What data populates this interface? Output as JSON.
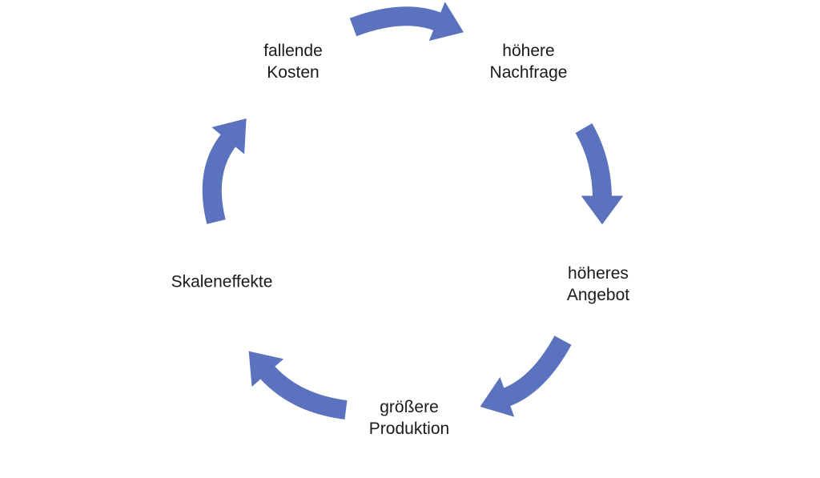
{
  "diagram": {
    "type": "cycle",
    "direction": "clockwise",
    "accent_color": "#5B73BE",
    "text_color": "#1a1a1a",
    "background_color": "#ffffff",
    "nodes": [
      {
        "id": "fallende-kosten",
        "label": "fallende\nKosten"
      },
      {
        "id": "hoehere-nachfrage",
        "label": "höhere\nNachfrage"
      },
      {
        "id": "hoeheres-angebot",
        "label": "höheres\nAngebot"
      },
      {
        "id": "groessere-produktion",
        "label": "größere\nProduktion"
      },
      {
        "id": "skaleneffekte",
        "label": "Skaleneffekte"
      }
    ],
    "edges": [
      {
        "from": "fallende-kosten",
        "to": "hoehere-nachfrage"
      },
      {
        "from": "hoehere-nachfrage",
        "to": "hoeheres-angebot"
      },
      {
        "from": "hoeheres-angebot",
        "to": "groessere-produktion"
      },
      {
        "from": "groessere-produktion",
        "to": "skaleneffekte"
      },
      {
        "from": "skaleneffekte",
        "to": "fallende-kosten"
      }
    ]
  }
}
